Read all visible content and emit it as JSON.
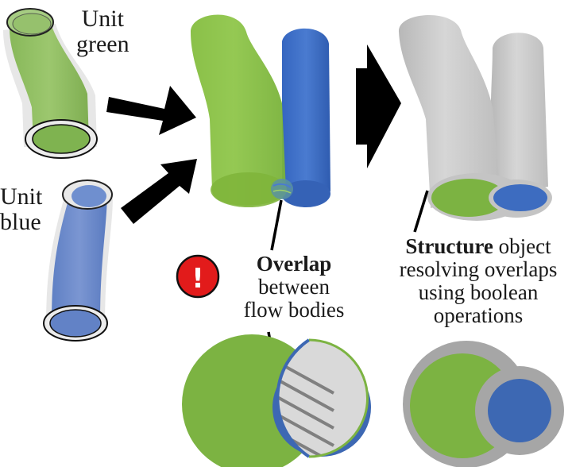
{
  "labels": {
    "unit_green": [
      "Unit",
      "green"
    ],
    "unit_blue": [
      "Unit",
      "blue"
    ],
    "overlap": {
      "bold": "Overlap",
      "lines": [
        "between",
        "flow bodies"
      ]
    },
    "structure": {
      "bold": "Structure",
      "first_line_rest": " object",
      "lines": [
        "resolving overlaps",
        "using boolean",
        "operations"
      ]
    }
  },
  "warning_icon": {
    "glyph": "!",
    "semantic": "warning-icon"
  },
  "colors": {
    "green": "#7cb342",
    "green_light": "#9cc56f",
    "blue": "#3b6ab8",
    "blue_light": "#6f8fcf",
    "structure_gray": "#c9c9c9",
    "ring_gray": "#a6a6a6",
    "hatch_fill": "#d9d9d9",
    "hatch_line": "#808080",
    "warning_red": "#e21b1b",
    "arrow": "#000000"
  }
}
